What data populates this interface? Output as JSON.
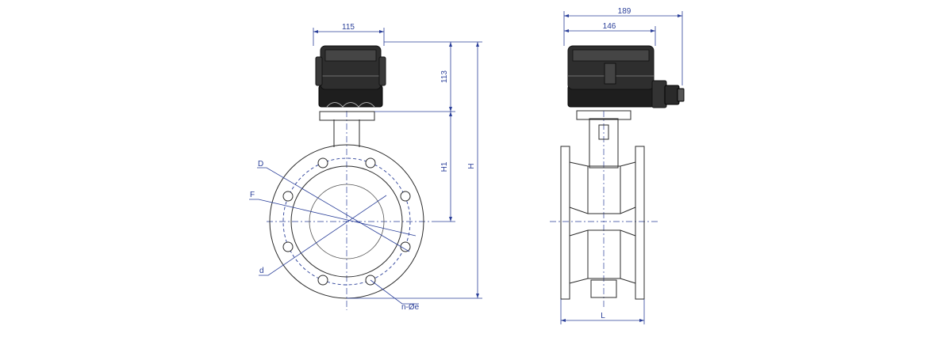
{
  "front_view": {
    "dim_head_width": "115",
    "dim_head_height": "113",
    "dim_h1": "H1",
    "dim_h": "H",
    "label_D": "D",
    "label_F": "F",
    "label_d": "d",
    "label_holes": "n-Øe"
  },
  "side_view": {
    "dim_total_width": "189",
    "dim_head_width": "146",
    "dim_L": "L"
  },
  "colors": {
    "dimension": "#2a3f99",
    "outline": "#2b2b2b",
    "actuator": "#2e2e2e"
  }
}
